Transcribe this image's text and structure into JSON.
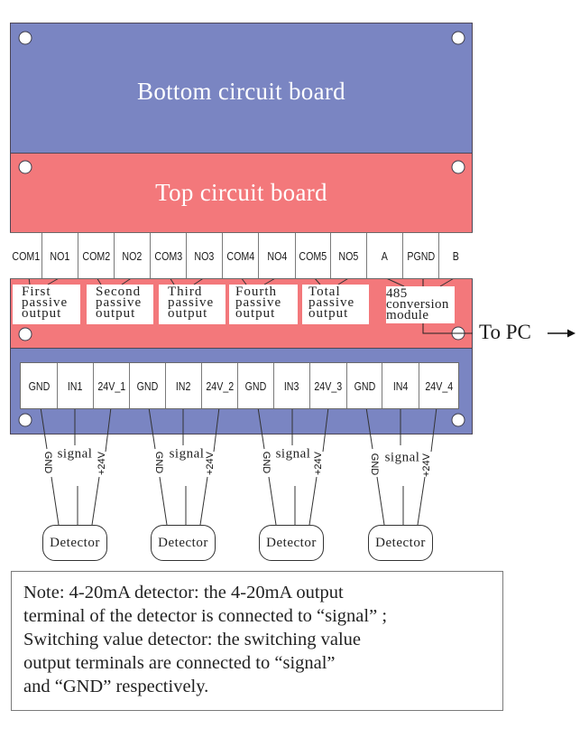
{
  "bottom_board": {
    "title": "Bottom circuit board"
  },
  "top_board": {
    "title": "Top circuit board",
    "terminals": [
      "COM1",
      "NO1",
      "COM2",
      "NO2",
      "COM3",
      "NO3",
      "COM4",
      "NO4",
      "COM5",
      "NO5",
      "A",
      "PGND",
      "B"
    ],
    "output_labels": [
      {
        "lines": [
          "First",
          "passive",
          "output"
        ]
      },
      {
        "lines": [
          "Second",
          "passive",
          "output"
        ]
      },
      {
        "lines": [
          "Third",
          "passive",
          "output"
        ]
      },
      {
        "lines": [
          "Fourth",
          "passive",
          "output"
        ]
      },
      {
        "lines": [
          "Total",
          "passive",
          "output"
        ]
      },
      {
        "lines": [
          "485",
          "conversion",
          "module"
        ]
      }
    ]
  },
  "to_pc": {
    "label": "To PC",
    "icon": "arrow-right-icon"
  },
  "input_board": {
    "terminals": [
      "GND",
      "IN1",
      "24V_1",
      "GND",
      "IN2",
      "24V_2",
      "GND",
      "IN3",
      "24V_3",
      "GND",
      "IN4",
      "24V_4"
    ]
  },
  "detectors": [
    {
      "label": "Detector",
      "wire_gnd": "GND",
      "wire_signal": "signal",
      "wire_power": "+24V"
    },
    {
      "label": "Detector",
      "wire_gnd": "GND",
      "wire_signal": "signal",
      "wire_power": "+24V"
    },
    {
      "label": "Detector",
      "wire_gnd": "GND",
      "wire_signal": "signal",
      "wire_power": "+24V"
    },
    {
      "label": "Detector",
      "wire_gnd": "GND",
      "wire_signal": "signal",
      "wire_power": "+24V"
    }
  ],
  "note": {
    "lines": [
      "Note: 4-20mA detector: the 4-20mA output",
      "terminal of the detector is connected to “signal” ;",
      "Switching value detector: the switching value",
      "output terminals are connected to “signal”",
      "and “GND” respectively."
    ]
  },
  "colors": {
    "bottom_board": "#7a85c2",
    "top_board": "#f3787b",
    "terminal_block": "#ffffff",
    "outline": "#4d4656"
  }
}
